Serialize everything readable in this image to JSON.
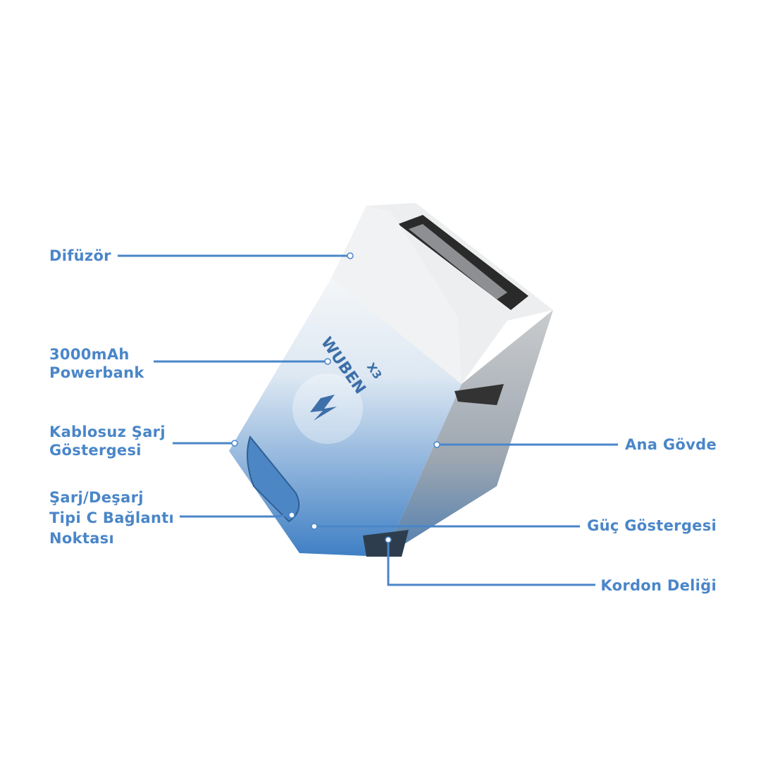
{
  "labels": {
    "diffuser": "Difüzör",
    "powerbank_1": "3000mAh",
    "powerbank_2": "Powerbank",
    "wireless_1": "Kablosuz Şarj",
    "wireless_2": "Göstergesi",
    "typec_1": "Şarj/Deşarj",
    "typec_2": "Tipi C Bağlantı",
    "typec_3": "Noktası",
    "body": "Ana Gövde",
    "power_indicator": "Güç Göstergesi",
    "lanyard": "Kordon Deliği"
  },
  "product": {
    "brand": "WUBEN",
    "model": "X3"
  },
  "colors": {
    "accent": "#4a86c8"
  }
}
